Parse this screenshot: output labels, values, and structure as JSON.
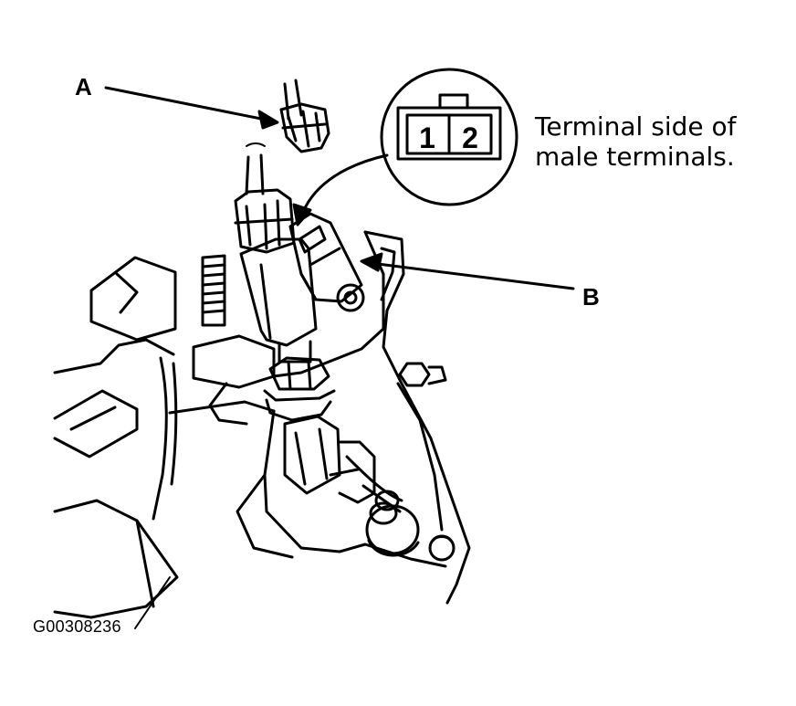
{
  "callouts": {
    "a": "A",
    "b": "B"
  },
  "inset": {
    "pins": [
      "1",
      "2"
    ],
    "note_line1": "Terminal side of",
    "note_line2": "male terminals."
  },
  "figure_id": "G00308236",
  "colors": {
    "ink": "#000000",
    "paper": "#ffffff"
  }
}
